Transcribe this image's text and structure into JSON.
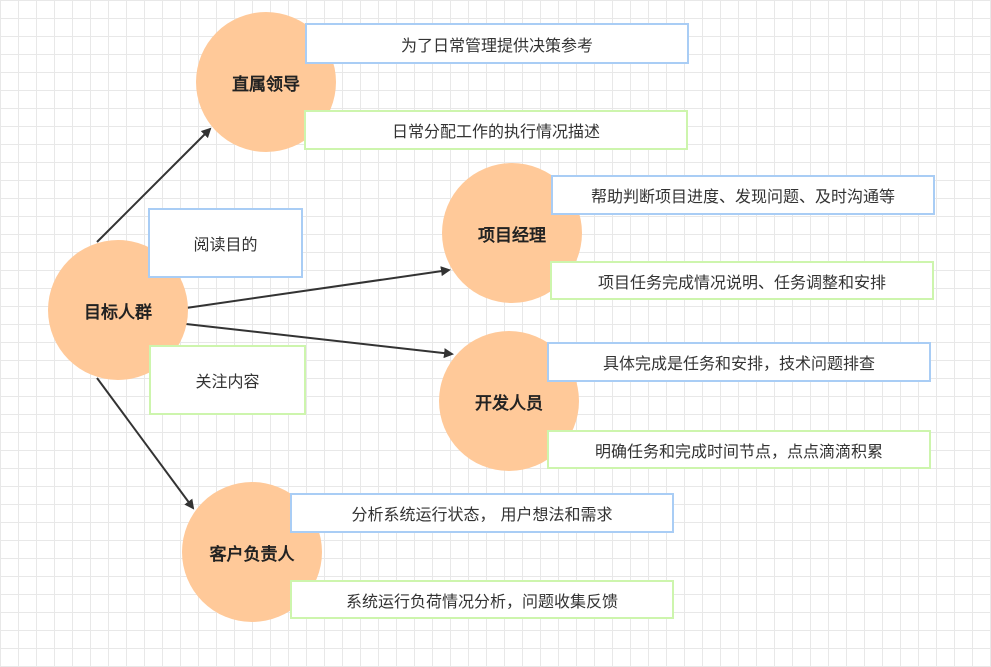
{
  "nodes": {
    "root": "目标人群",
    "leader": "直属领导",
    "pm": "项目经理",
    "dev": "开发人员",
    "client": "客户负责人"
  },
  "labels": {
    "purpose": "阅读目的",
    "focus": "关注内容"
  },
  "notes": {
    "leader_purpose": "为了日常管理提供决策参考",
    "leader_focus": "日常分配工作的执行情况描述",
    "pm_purpose": "帮助判断项目进度、发现问题、及时沟通等",
    "pm_focus": "项目任务完成情况说明、任务调整和安排",
    "dev_purpose": "具体完成是任务和安排，技术问题排查",
    "dev_focus": "明确任务和完成时间节点，点点滴滴积累",
    "client_purpose": "分析系统运行状态， 用户想法和需求",
    "client_focus": "系统运行负荷情况分析，问题收集反馈"
  },
  "colors": {
    "circle_fill": "#ffc999",
    "purpose_border": "#a9cdf5",
    "focus_border": "#cdf5ad",
    "arrow": "#333333"
  }
}
